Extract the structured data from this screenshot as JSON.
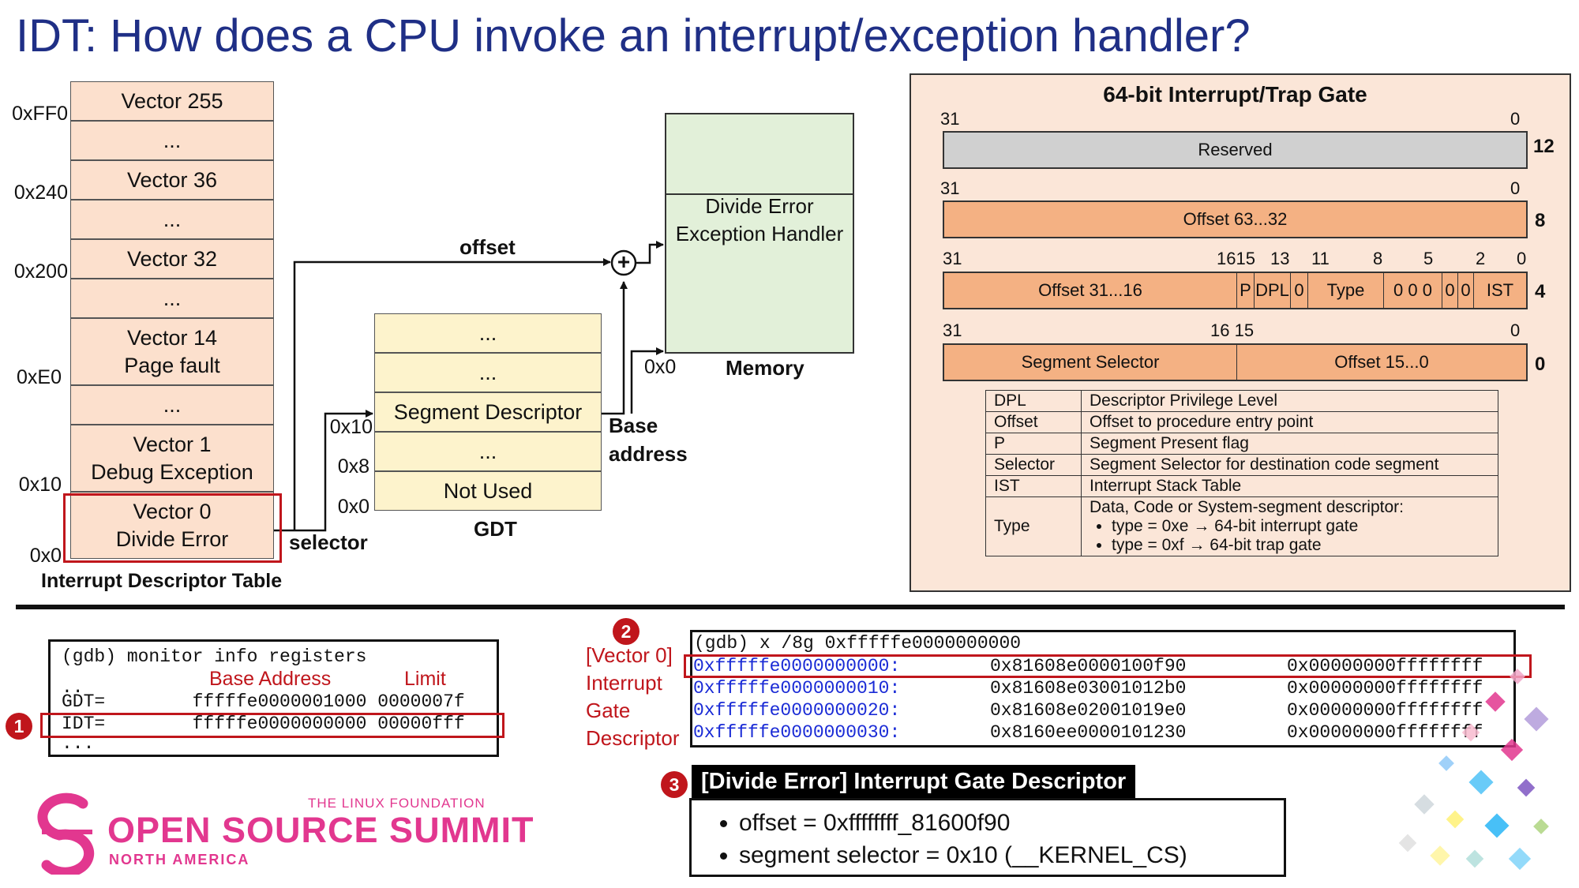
{
  "title": "IDT: How does a CPU invoke an interrupt/exception handler?",
  "idt": {
    "label": "Interrupt Descriptor Table",
    "cells": [
      "Vector 255",
      "...",
      "Vector 36",
      "...",
      "Vector 32",
      "...",
      "Vector 14\nPage fault",
      "...",
      "Vector 1\nDebug Exception",
      "Vector 0\nDivide Error"
    ],
    "addresses": [
      "0xFF0",
      "0x240",
      "0x200",
      "0xE0",
      "0x10",
      "0x0"
    ]
  },
  "gdt": {
    "label": "GDT",
    "cells": [
      "...",
      "...",
      "Segment Descriptor",
      "...",
      "Not Used"
    ],
    "addresses": [
      "0x10",
      "0x8",
      "0x0"
    ]
  },
  "memory": {
    "label": "Memory",
    "handler": "Divide Error\nException Handler",
    "address": "0x0"
  },
  "arrows": {
    "offset": "offset",
    "selector": "selector",
    "base_address": "Base\naddress",
    "plus": "+"
  },
  "gate": {
    "title": "64-bit Interrupt/Trap Gate",
    "row12": {
      "reserved": "Reserved",
      "num": "12",
      "b31": "31",
      "b0": "0"
    },
    "row8": {
      "offset": "Offset 63...32",
      "num": "8",
      "b31": "31",
      "b0": "0"
    },
    "row4": {
      "num": "4",
      "fields": [
        "Offset 31...16",
        "P",
        "DPL",
        "0",
        "Type",
        "0 0 0",
        "0",
        "0",
        "IST"
      ],
      "bits": [
        "31",
        "1615",
        "13",
        "11",
        "8",
        "5",
        "2",
        "0"
      ]
    },
    "row0": {
      "selector": "Segment Selector",
      "offset": "Offset 15...0",
      "num": "0",
      "b31": "31",
      "b16": "16 15",
      "b0": "0"
    }
  },
  "legend": [
    {
      "key": "DPL",
      "desc": "Descriptor Privilege Level"
    },
    {
      "key": "Offset",
      "desc": "Offset to procedure entry point"
    },
    {
      "key": "P",
      "desc": "Segment Present flag"
    },
    {
      "key": "Selector",
      "desc": "Segment Selector for destination code segment"
    },
    {
      "key": "IST",
      "desc": "Interrupt Stack Table"
    },
    {
      "key": "Type",
      "desc": "Data, Code or System-segment descriptor:",
      "bullets": [
        "type = 0xe → 64-bit interrupt gate",
        "type = 0xf → 64-bit trap gate"
      ]
    }
  ],
  "term1": {
    "command": "(gdb) monitor info registers",
    "col_base": "Base Address",
    "col_limit": "Limit",
    "dots1": "..",
    "gdt_row": "GDT=        fffffe0000001000 0000007f",
    "idt_row": "IDT=        fffffe0000000000 00000fff",
    "dots2": "...",
    "badge": "1"
  },
  "term2": {
    "command": "(gdb) x /8g 0xfffffe0000000000",
    "rows": [
      {
        "addr": "0xfffffe0000000000:",
        "v1": "0x81608e0000100f90",
        "v2": "0x00000000ffffffff"
      },
      {
        "addr": "0xfffffe0000000010:",
        "v1": "0x81608e03001012b0",
        "v2": "0x00000000ffffffff"
      },
      {
        "addr": "0xfffffe0000000020:",
        "v1": "0x81608e02001019e0",
        "v2": "0x00000000ffffffff"
      },
      {
        "addr": "0xfffffe0000000030:",
        "v1": "0x8160ee0000101230",
        "v2": "0x00000000ffffffff"
      }
    ],
    "badge": "2",
    "side_label": [
      "[Vector 0]",
      "Interrupt",
      "Gate",
      "Descriptor"
    ]
  },
  "summary": {
    "badge": "3",
    "title": "[Divide Error] Interrupt Gate Descriptor",
    "bullets": [
      "offset = 0xffffffff_81600f90",
      "segment selector = 0x10 (__KERNEL_CS)"
    ]
  },
  "logo": {
    "foundation": "THE LINUX FOUNDATION",
    "name": "OPEN SOURCE SUMMIT",
    "region": "NORTH AMERICA"
  },
  "colors": {
    "title": "#1f2f86",
    "idt_fill": "#fce0cd",
    "gdt_fill": "#fdf3cc",
    "mem_fill": "#e2f0d9",
    "gate_fill": "#f4b183",
    "panel_fill": "#fbe6d8",
    "highlight": "#c0161c",
    "brand": "#e2378f"
  }
}
